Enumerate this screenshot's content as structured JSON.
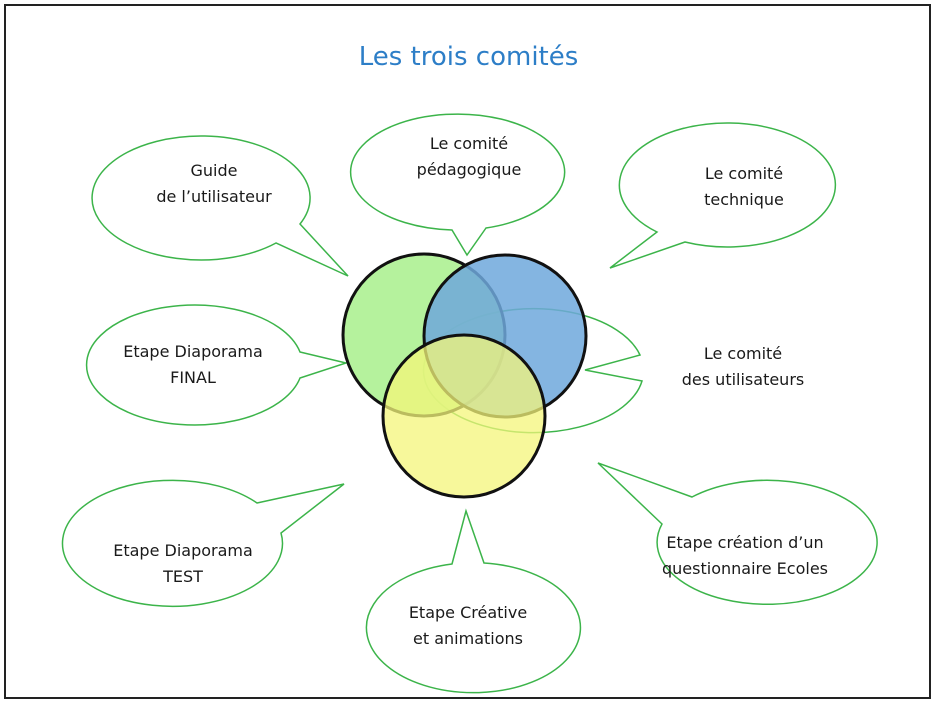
{
  "title": "Les trois comités",
  "colors": {
    "title": "#2d7ec7",
    "bubble_outline": "#3cb44a",
    "circle_green": "#a8f08c",
    "circle_blue": "#6fa8dc",
    "circle_yellow": "#f4f57a",
    "circle_outline": "#111111"
  },
  "bubbles": [
    {
      "id": "guide",
      "lines": [
        "Guide",
        "de l’utilisateur"
      ]
    },
    {
      "id": "pedagogique",
      "lines": [
        "Le comité",
        "pédagogique"
      ]
    },
    {
      "id": "technique",
      "lines": [
        "Le comité",
        "technique"
      ]
    },
    {
      "id": "final",
      "lines": [
        "Etape Diaporama",
        "FINAL"
      ]
    },
    {
      "id": "utilisateurs",
      "lines": [
        "Le comité",
        "des utilisateurs"
      ]
    },
    {
      "id": "test",
      "lines": [
        "Etape Diaporama",
        "TEST"
      ]
    },
    {
      "id": "questionnaire",
      "lines": [
        "Etape création d’un",
        "questionnaire Ecoles"
      ]
    },
    {
      "id": "creative",
      "lines": [
        "Etape Créative",
        "et animations"
      ]
    }
  ]
}
